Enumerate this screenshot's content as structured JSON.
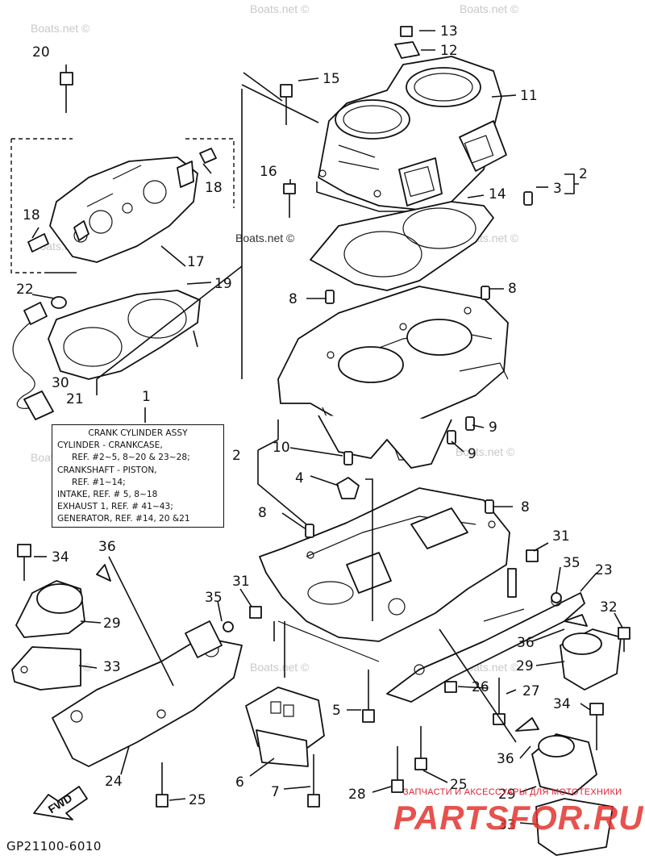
{
  "watermark": "Boats.net ©",
  "diagram_code": "GP21100-6010",
  "fwd": "FWD",
  "legend": {
    "title": "CRANK CYLINDER ASSY",
    "lines": [
      "CYLINDER - CRANKCASE,",
      "REF. #2~5, 8~20 & 23~28;",
      "CRANKSHAFT - PISTON,",
      "REF. #1~14;",
      "INTAKE, REF. # 5, 8~18",
      "EXHAUST 1, REF. # 41~43;",
      "GENERATOR, REF. #14, 20 &21"
    ]
  },
  "branding": {
    "small": "ЗАПЧАСТИ И АКСЕССУАРЫ ДЛЯ МОТОТЕХНИКИ",
    "big": "PARTSFOR.RU"
  },
  "callouts": {
    "c1": "1",
    "c2a": "2",
    "c2b": "2",
    "c3": "3",
    "c4": "4",
    "c5": "5",
    "c6": "6",
    "c7": "7",
    "c8a": "8",
    "c8b": "8",
    "c8c": "8",
    "c8d": "8",
    "c9a": "9",
    "c9b": "9",
    "c10": "10",
    "c11": "11",
    "c12": "12",
    "c13": "13",
    "c14": "14",
    "c15": "15",
    "c16": "16",
    "c17": "17",
    "c18a": "18",
    "c18b": "18",
    "c19": "19",
    "c20": "20",
    "c21": "21",
    "c22": "22",
    "c23": "23",
    "c24": "24",
    "c25a": "25",
    "c25b": "25",
    "c26": "26",
    "c27": "27",
    "c28": "28",
    "c29a": "29",
    "c29b": "29",
    "c29c": "29",
    "c30": "30",
    "c31a": "31",
    "c31b": "31",
    "c32": "32",
    "c33a": "33",
    "c33b": "33",
    "c34a": "34",
    "c34b": "34",
    "c35a": "35",
    "c35b": "35",
    "c36a": "36",
    "c36b": "36",
    "c36c": "36"
  }
}
